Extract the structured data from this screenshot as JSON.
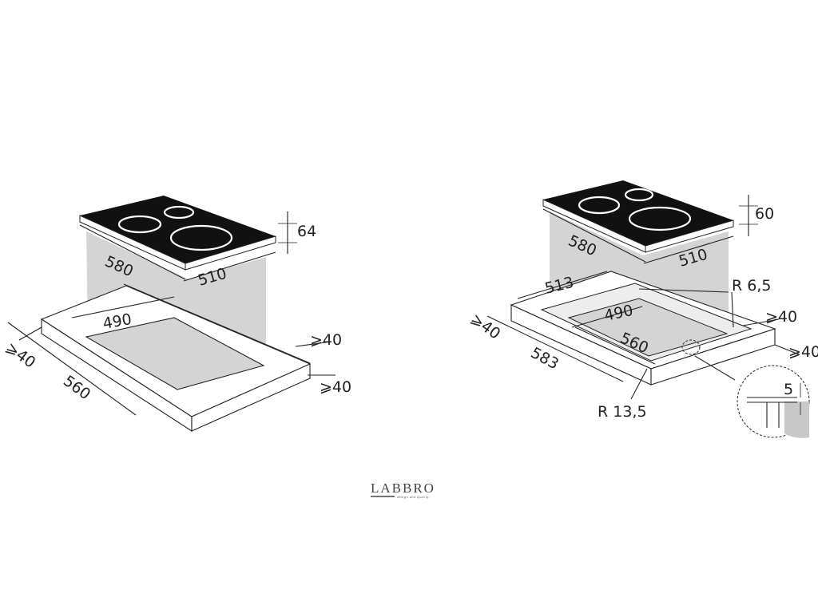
{
  "diagrams": [
    {
      "hob_height": "64",
      "hob_depth": "580",
      "hob_width": "510",
      "cutout_depth": "490",
      "cutout_width": "560",
      "clearance_front": "⩾40",
      "clearance_back": "⩾40",
      "clearance_side": "⩾40"
    },
    {
      "hob_height": "60",
      "hob_depth": "580",
      "hob_width": "510",
      "recess_depth": "513",
      "recess_width": "583",
      "cutout_depth": "490",
      "cutout_width": "560",
      "radius_inner": "R 6,5",
      "radius_outer": "R 13,5",
      "clearance_front": "⩾40",
      "clearance_back": "⩾40",
      "clearance_side": "⩾40",
      "detail_depth": "5"
    }
  ],
  "brand": {
    "name": "LABBRO",
    "tagline": "design and quality"
  },
  "colors": {
    "hob_glass": "#111111",
    "shade": "#d4d4d4",
    "lines": "#222222"
  }
}
